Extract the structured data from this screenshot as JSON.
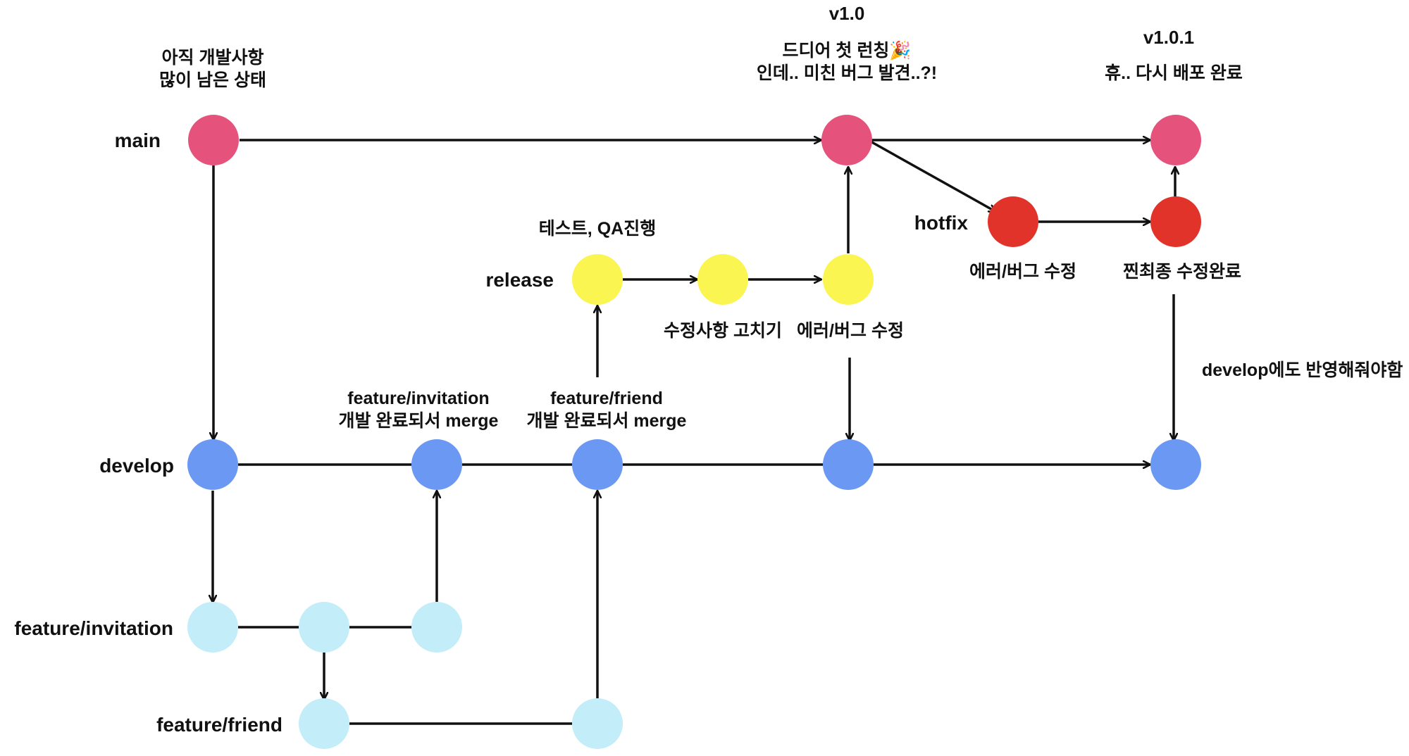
{
  "branches": {
    "main": "main",
    "develop": "develop",
    "release": "release",
    "hotfix": "hotfix",
    "feature_invitation": "feature/invitation",
    "feature_friend": "feature/friend"
  },
  "versions": {
    "v1_0": "v1.0",
    "v1_0_1": "v1.0.1"
  },
  "notes": {
    "main_start": [
      "아직 개발사항",
      "많이 남은 상태"
    ],
    "v1_0": [
      "드디어 첫 런칭🎉",
      "인데.. 미친 버그 발견..?!"
    ],
    "v1_0_1": [
      "휴.. 다시 배포 완료"
    ],
    "release_test": [
      "테스트, QA진행"
    ],
    "release_fix1": [
      "수정사항 고치기"
    ],
    "release_fix2": [
      "에러/버그 수정"
    ],
    "hotfix_fix1": [
      "에러/버그 수정"
    ],
    "hotfix_fix2": [
      "찐최종 수정완료"
    ],
    "develop_reflect": [
      "develop에도 반영해줘야함"
    ],
    "merge_invitation": [
      "feature/invitation",
      "개발 완료되서 merge"
    ],
    "merge_friend": [
      "feature/friend",
      "개발 완료되서 merge"
    ]
  },
  "colors": {
    "main": "#e5527c",
    "develop": "#6b98f2",
    "release": "#fbf551",
    "hotfix": "#e2332a",
    "feature": "#c3edf8",
    "hotfix_label": "#e2332a",
    "line": "#111111"
  }
}
